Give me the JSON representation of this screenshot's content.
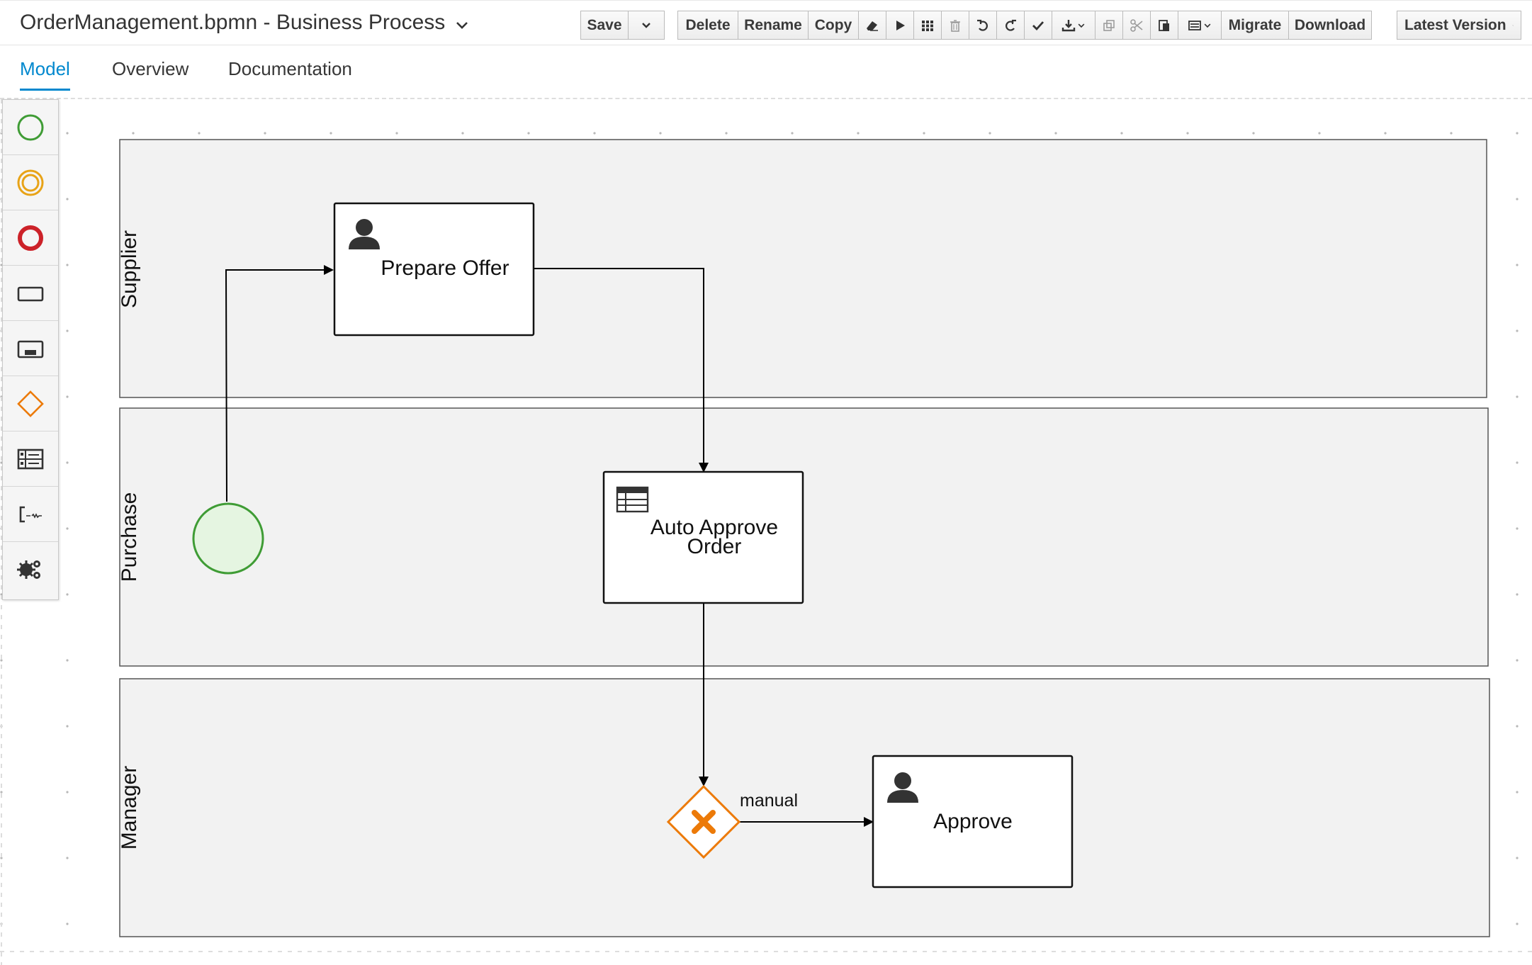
{
  "header": {
    "title": "OrderManagement.bpmn - Business Process",
    "buttons": {
      "save": "Save",
      "delete": "Delete",
      "rename": "Rename",
      "copy": "Copy",
      "migrate": "Migrate",
      "download": "Download",
      "latest_version": "Latest Version"
    }
  },
  "tabs": [
    "Model",
    "Overview",
    "Documentation"
  ],
  "palette": [
    {
      "icon": "start-event-icon",
      "color": "#3f9c35"
    },
    {
      "icon": "intermediate-event-icon",
      "color": "#e8a317"
    },
    {
      "icon": "end-event-icon",
      "color": "#cc2229"
    },
    {
      "icon": "task-icon",
      "color": "#333333"
    },
    {
      "icon": "subprocess-icon",
      "color": "#333333"
    },
    {
      "icon": "gateway-icon",
      "color": "#ec7a08"
    },
    {
      "icon": "container-icon",
      "color": "#333333"
    },
    {
      "icon": "artifact-icon",
      "color": "#333333"
    },
    {
      "icon": "custom-tasks-icon",
      "color": "#333333"
    }
  ],
  "diagram": {
    "lanes": [
      "Supplier",
      "Purchase",
      "Manager"
    ],
    "tasks": {
      "prepare_offer": "Prepare Offer",
      "auto_approve_line1": "Auto Approve",
      "auto_approve_line2": "Order",
      "approve": "Approve"
    },
    "flow_labels": {
      "manual": "manual"
    },
    "colors": {
      "lane_fill": "#f2f2f2",
      "start_event_stroke": "#3f9c35",
      "start_event_fill": "#e5f5e1",
      "gateway_stroke": "#ec7a08",
      "accent": "#0088ce"
    }
  }
}
